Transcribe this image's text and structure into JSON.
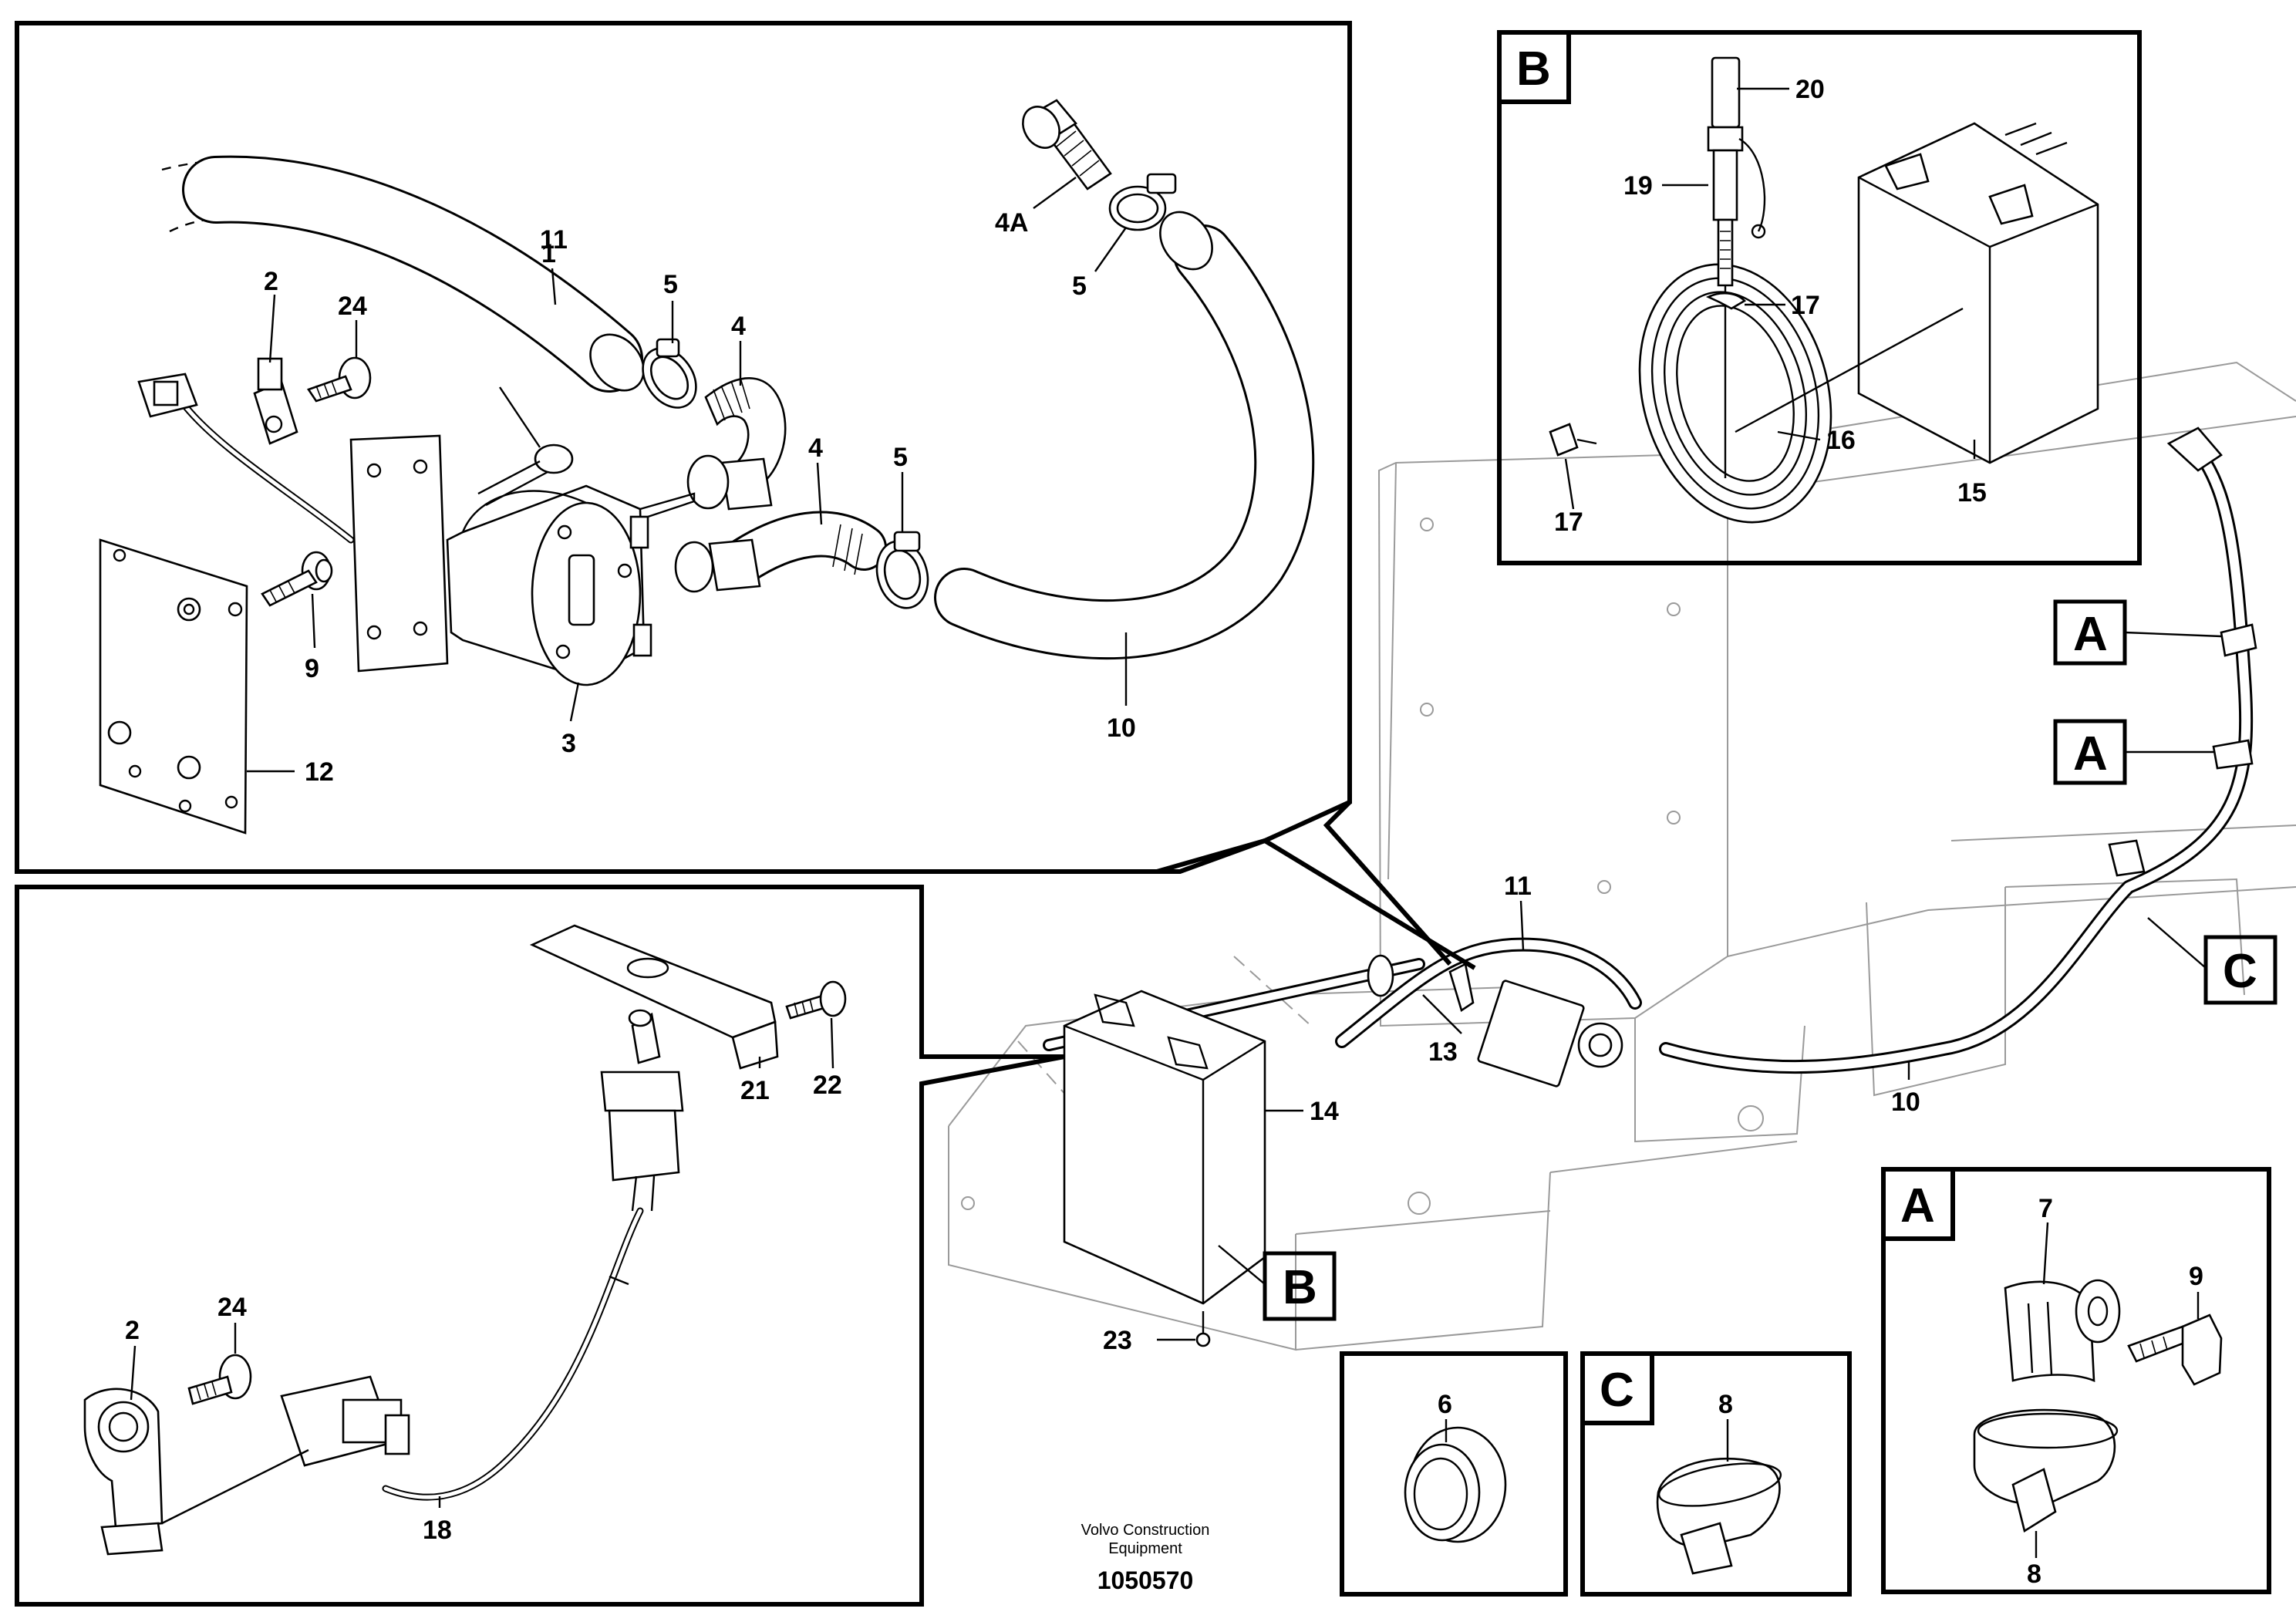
{
  "panels": {
    "main_detail": {
      "labels": [
        "1",
        "2",
        "24",
        "11",
        "5",
        "4",
        "4A",
        "5",
        "4",
        "5",
        "9",
        "12",
        "3",
        "10"
      ]
    },
    "wiring_detail": {
      "labels": [
        "21",
        "22",
        "24",
        "2",
        "18"
      ]
    },
    "overview": {
      "labels": [
        "11",
        "13",
        "14",
        "10",
        "23"
      ],
      "callouts": [
        "A",
        "A",
        "C",
        "B"
      ]
    },
    "view_b": {
      "tag": "B",
      "labels": [
        "20",
        "19",
        "17",
        "16",
        "17",
        "15"
      ]
    },
    "view_a": {
      "tag": "A",
      "labels": [
        "7",
        "9",
        "8"
      ]
    },
    "view_c": {
      "tag": "C",
      "labels": [
        "8"
      ]
    },
    "view_6": {
      "labels": [
        "6"
      ]
    }
  },
  "footer": {
    "company_line1": "Volvo Construction",
    "company_line2": "Equipment",
    "drawing_number": "1050570"
  }
}
